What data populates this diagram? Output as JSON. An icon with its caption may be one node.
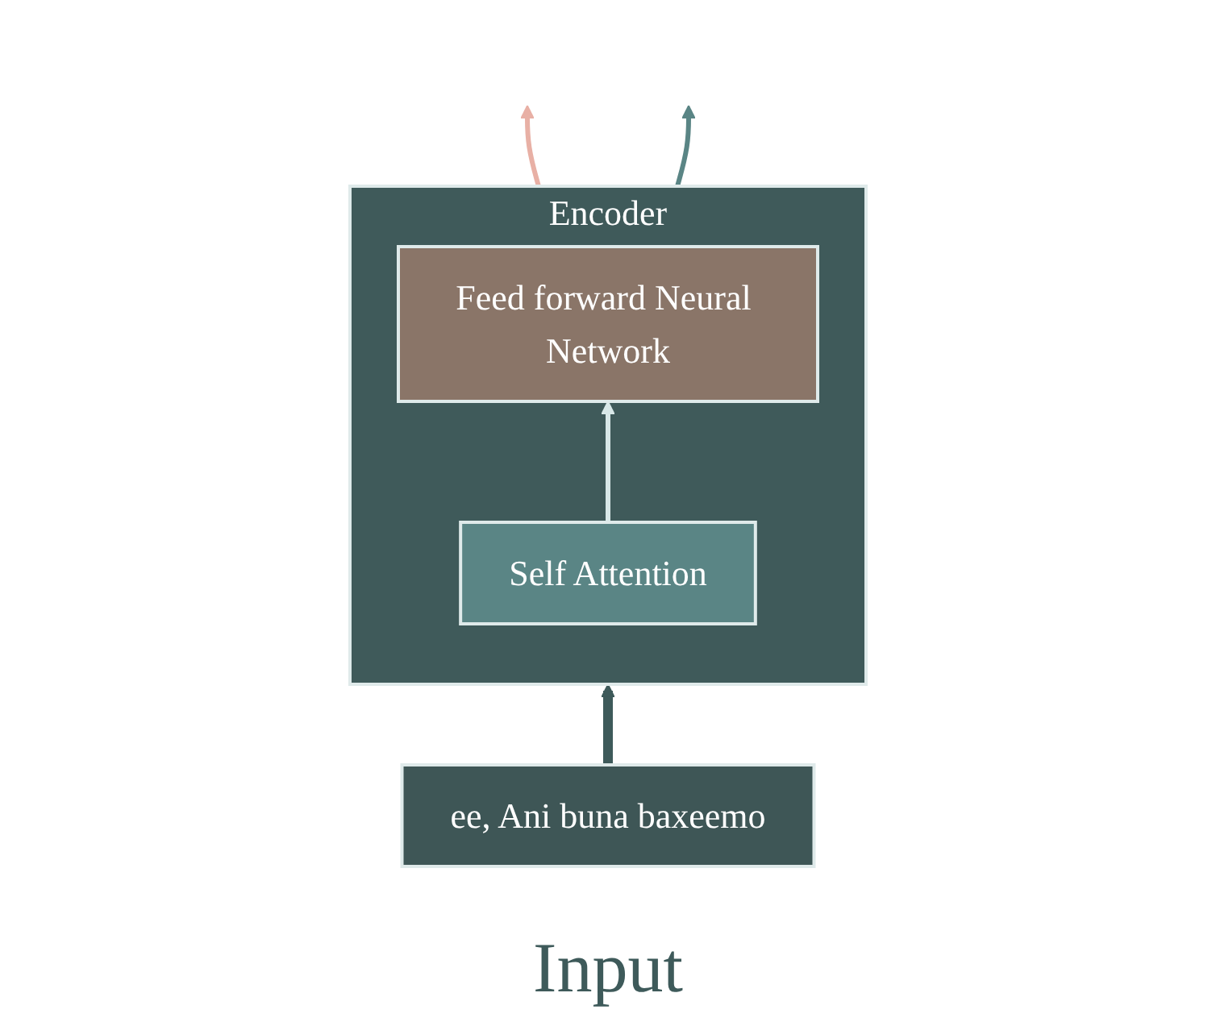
{
  "diagram": {
    "nodes": [
      {
        "text": [
          "Encoder"
        ]
      },
      {
        "text": [
          "Feed forward Neural Network"
        ],
        "in": 0
      },
      {
        "text": [
          "Self Attention"
        ],
        "in": 0
      },
      {
        "text": [
          "ee, Ani buna baxeemo"
        ],
        "beside": [
          "Input"
        ]
      }
    ],
    "edges": [
      {
        "from": 2,
        "to": 1,
        "arrow": "to",
        "color": "#d8e8e8"
      },
      {
        "from": 3,
        "to": 0,
        "arrow": "to",
        "style": "thick",
        "color": "#3e5a5a"
      },
      {
        "from": 0,
        "to": null,
        "arrow": "to",
        "color": "#e8b0a5"
      },
      {
        "from": 0,
        "to": null,
        "arrow": "to",
        "color": "#5a8585"
      }
    ]
  }
}
